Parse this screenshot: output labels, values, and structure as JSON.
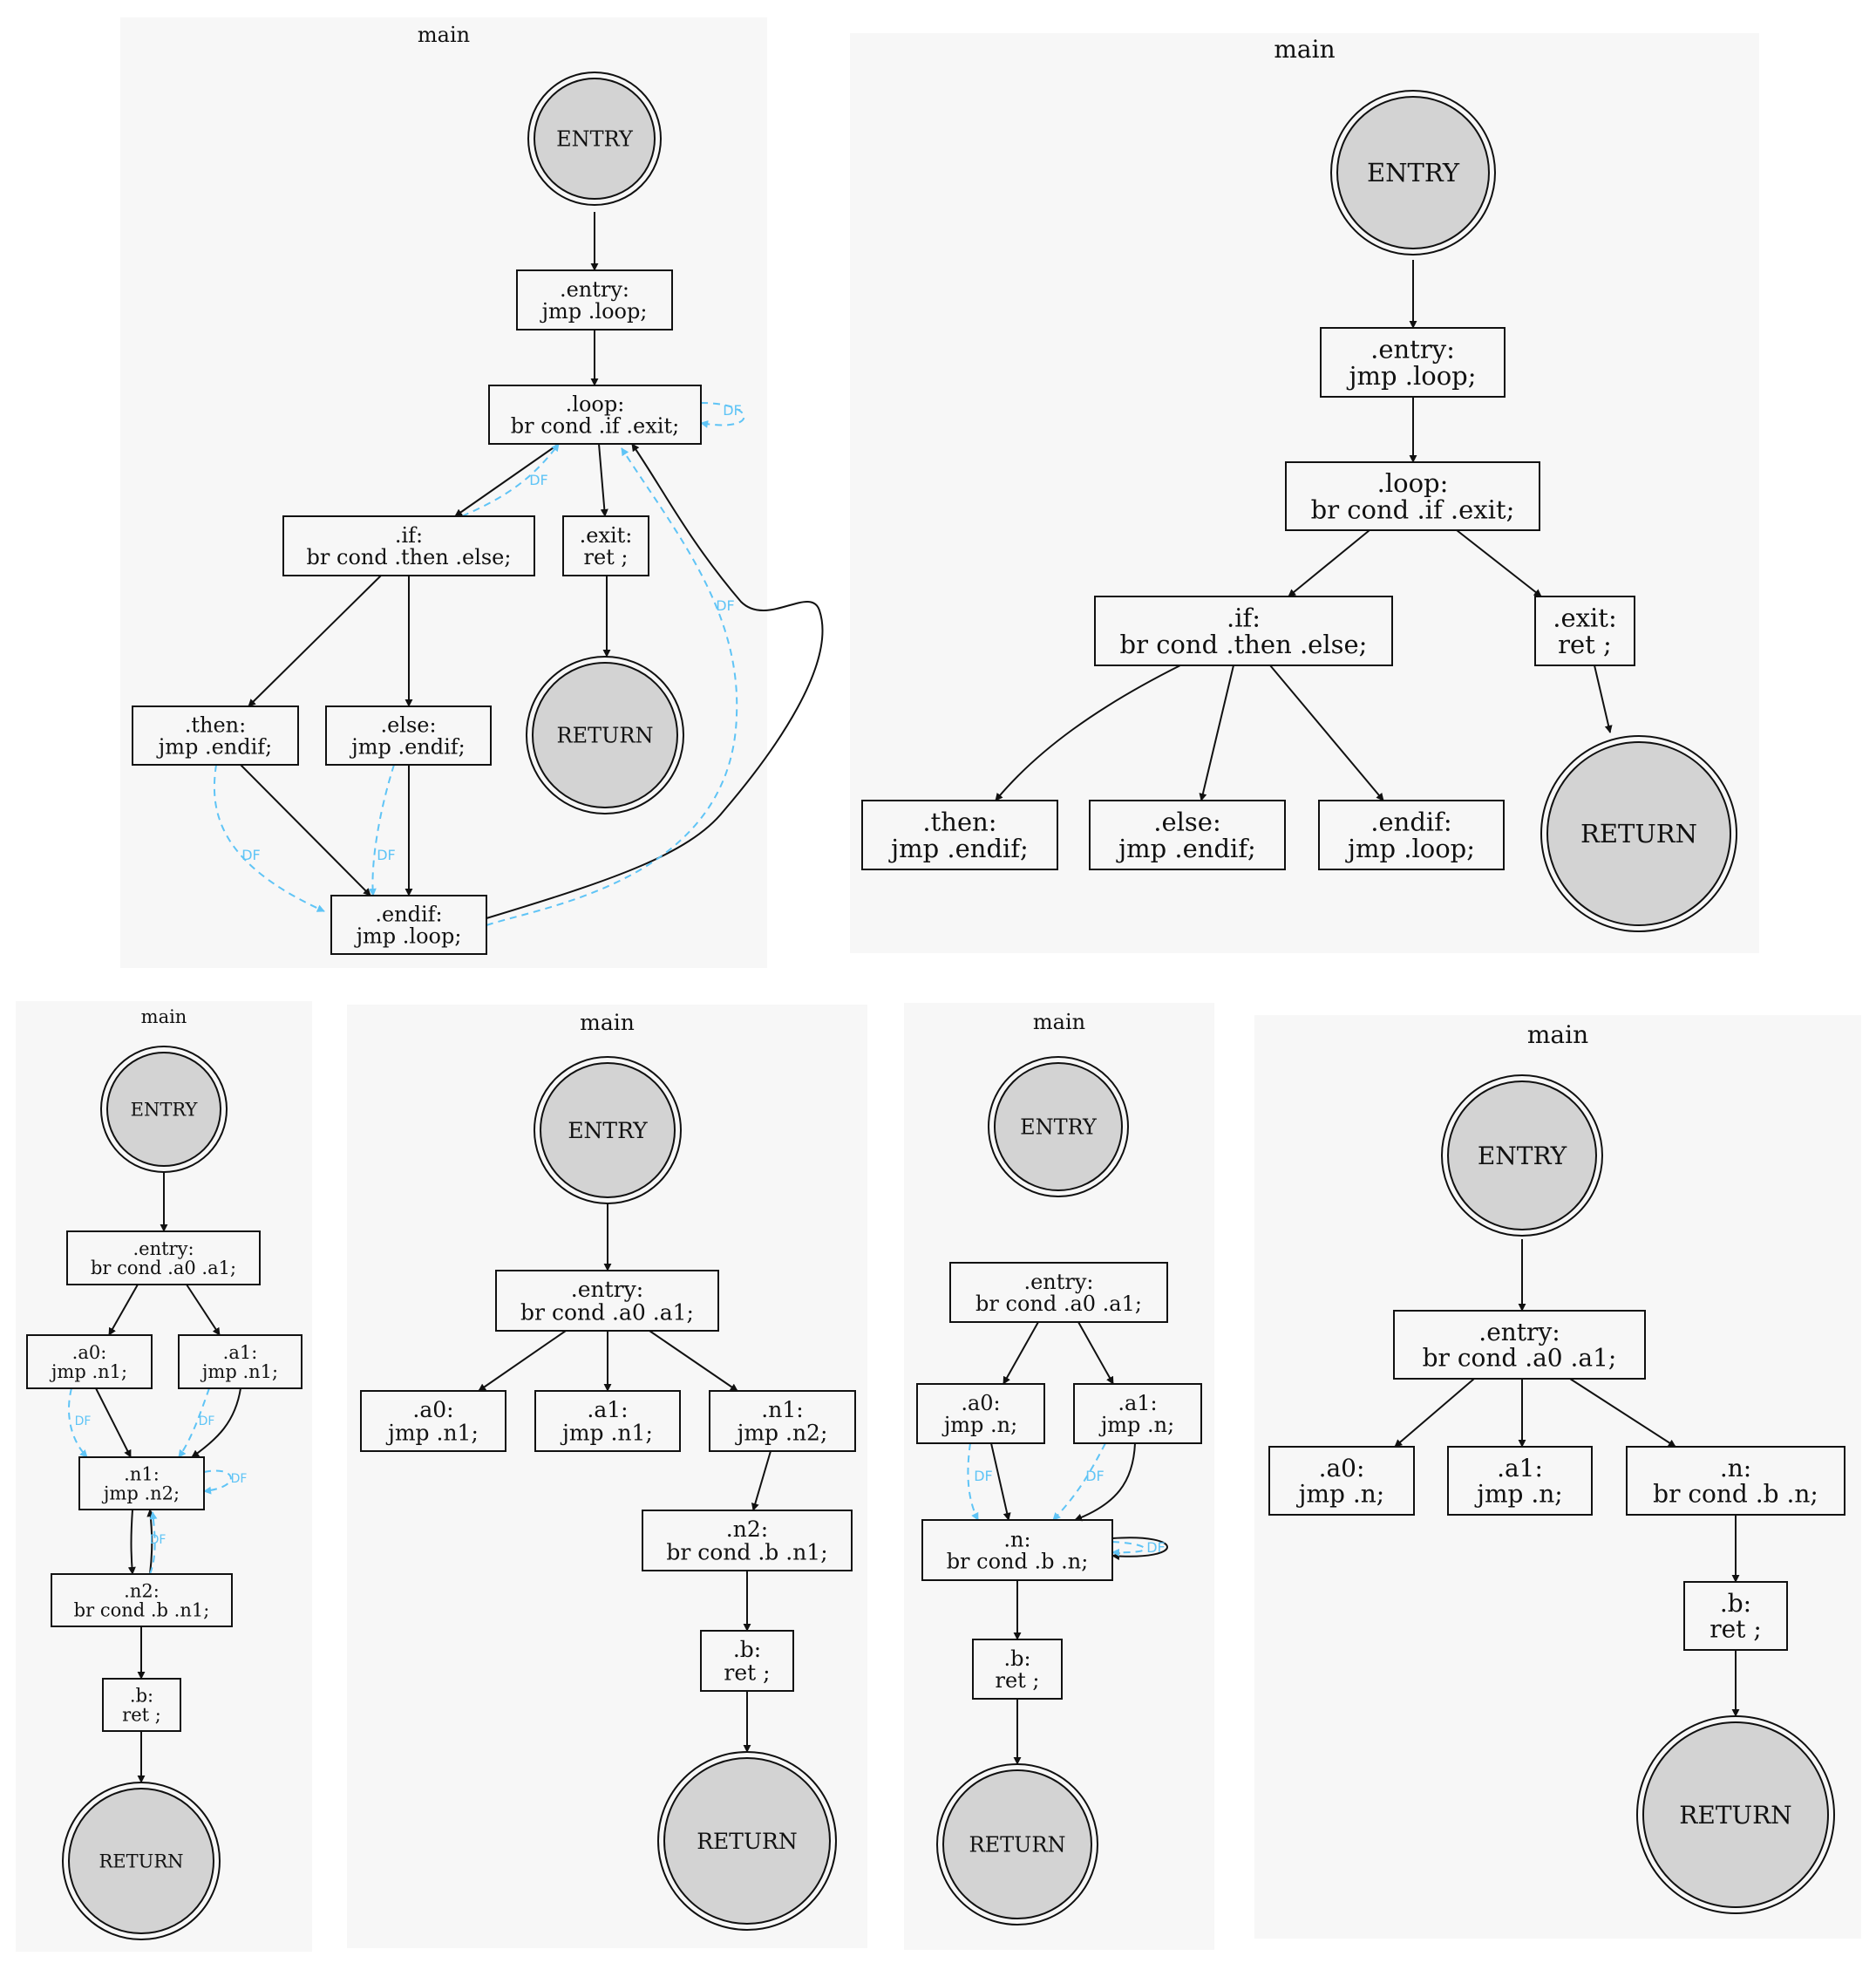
{
  "colors": {
    "cluster_bg": "#f7f7f7",
    "node_fill": "#d3d3d3",
    "edge": "#111111",
    "dominance_frontier": "#5fc4f6"
  },
  "graphs": [
    {
      "title": "main",
      "nodes": [
        {
          "id": "ENTRY",
          "label": "ENTRY"
        },
        {
          "id": "entry",
          "label": ".entry:\njmp  .loop;"
        },
        {
          "id": "loop",
          "label": ".loop:\nbr cond .if .exit;"
        },
        {
          "id": "if",
          "label": ".if:\nbr cond .then .else;"
        },
        {
          "id": "exit",
          "label": ".exit:\nret ;"
        },
        {
          "id": "then",
          "label": ".then:\njmp  .endif;"
        },
        {
          "id": "else",
          "label": ".else:\njmp  .endif;"
        },
        {
          "id": "RETURN",
          "label": "RETURN"
        },
        {
          "id": "endif",
          "label": ".endif:\njmp  .loop;"
        }
      ],
      "edges": [
        {
          "from": "ENTRY",
          "to": "entry"
        },
        {
          "from": "entry",
          "to": "loop"
        },
        {
          "from": "loop",
          "to": "if"
        },
        {
          "from": "loop",
          "to": "exit"
        },
        {
          "from": "if",
          "to": "then"
        },
        {
          "from": "if",
          "to": "else"
        },
        {
          "from": "exit",
          "to": "RETURN"
        },
        {
          "from": "then",
          "to": "endif"
        },
        {
          "from": "else",
          "to": "endif"
        },
        {
          "from": "endif",
          "to": "loop"
        }
      ],
      "df_edges": [
        {
          "from": "loop",
          "to": "loop",
          "label": "DF"
        },
        {
          "from": "if",
          "to": "loop",
          "label": "DF"
        },
        {
          "from": "then",
          "to": "endif",
          "label": "DF"
        },
        {
          "from": "else",
          "to": "endif",
          "label": "DF"
        },
        {
          "from": "endif",
          "to": "loop",
          "label": "DF"
        }
      ]
    },
    {
      "title": "main",
      "nodes": [
        {
          "id": "ENTRY",
          "label": "ENTRY"
        },
        {
          "id": "entry",
          "label": ".entry:\njmp  .loop;"
        },
        {
          "id": "loop",
          "label": ".loop:\nbr cond .if .exit;"
        },
        {
          "id": "if",
          "label": ".if:\nbr cond .then .else;"
        },
        {
          "id": "exit",
          "label": ".exit:\nret ;"
        },
        {
          "id": "then",
          "label": ".then:\njmp  .endif;"
        },
        {
          "id": "else",
          "label": ".else:\njmp  .endif;"
        },
        {
          "id": "endif",
          "label": ".endif:\njmp  .loop;"
        },
        {
          "id": "RETURN",
          "label": "RETURN"
        }
      ],
      "edges": [
        {
          "from": "ENTRY",
          "to": "entry"
        },
        {
          "from": "entry",
          "to": "loop"
        },
        {
          "from": "loop",
          "to": "if"
        },
        {
          "from": "loop",
          "to": "exit"
        },
        {
          "from": "if",
          "to": "then"
        },
        {
          "from": "if",
          "to": "else"
        },
        {
          "from": "if",
          "to": "endif"
        },
        {
          "from": "exit",
          "to": "RETURN"
        }
      ],
      "df_edges": []
    },
    {
      "title": "main",
      "nodes": [
        {
          "id": "ENTRY",
          "label": "ENTRY"
        },
        {
          "id": "entry",
          "label": ".entry:\nbr cond .a0 .a1;"
        },
        {
          "id": "a0",
          "label": ".a0:\njmp  .n1;"
        },
        {
          "id": "a1",
          "label": ".a1:\njmp  .n1;"
        },
        {
          "id": "n1",
          "label": ".n1:\njmp  .n2;"
        },
        {
          "id": "n2",
          "label": ".n2:\nbr cond .b .n1;"
        },
        {
          "id": "b",
          "label": ".b:\nret ;"
        },
        {
          "id": "RETURN",
          "label": "RETURN"
        }
      ],
      "edges": [
        {
          "from": "ENTRY",
          "to": "entry"
        },
        {
          "from": "entry",
          "to": "a0"
        },
        {
          "from": "entry",
          "to": "a1"
        },
        {
          "from": "a0",
          "to": "n1"
        },
        {
          "from": "a1",
          "to": "n1"
        },
        {
          "from": "n1",
          "to": "n2"
        },
        {
          "from": "n2",
          "to": "n1"
        },
        {
          "from": "n2",
          "to": "b"
        },
        {
          "from": "b",
          "to": "RETURN"
        }
      ],
      "df_edges": [
        {
          "from": "a0",
          "to": "n1",
          "label": "DF"
        },
        {
          "from": "a1",
          "to": "n1",
          "label": "DF"
        },
        {
          "from": "n1",
          "to": "n1",
          "label": "DF"
        },
        {
          "from": "n2",
          "to": "n1",
          "label": "DF"
        }
      ]
    },
    {
      "title": "main",
      "nodes": [
        {
          "id": "ENTRY",
          "label": "ENTRY"
        },
        {
          "id": "entry",
          "label": ".entry:\nbr cond .a0 .a1;"
        },
        {
          "id": "a0",
          "label": ".a0:\njmp  .n1;"
        },
        {
          "id": "a1",
          "label": ".a1:\njmp  .n1;"
        },
        {
          "id": "n1",
          "label": ".n1:\njmp  .n2;"
        },
        {
          "id": "n2",
          "label": ".n2:\nbr cond .b .n1;"
        },
        {
          "id": "b",
          "label": ".b:\nret ;"
        },
        {
          "id": "RETURN",
          "label": "RETURN"
        }
      ],
      "edges": [
        {
          "from": "ENTRY",
          "to": "entry"
        },
        {
          "from": "entry",
          "to": "a0"
        },
        {
          "from": "entry",
          "to": "a1"
        },
        {
          "from": "entry",
          "to": "n1"
        },
        {
          "from": "n1",
          "to": "n2"
        },
        {
          "from": "n2",
          "to": "b"
        },
        {
          "from": "b",
          "to": "RETURN"
        }
      ],
      "df_edges": []
    },
    {
      "title": "main",
      "nodes": [
        {
          "id": "ENTRY",
          "label": "ENTRY"
        },
        {
          "id": "entry",
          "label": ".entry:\nbr cond .a0 .a1;"
        },
        {
          "id": "a0",
          "label": ".a0:\njmp  .n;"
        },
        {
          "id": "a1",
          "label": ".a1:\njmp  .n;"
        },
        {
          "id": "n",
          "label": ".n:\nbr cond .b .n;"
        },
        {
          "id": "b",
          "label": ".b:\nret ;"
        },
        {
          "id": "RETURN",
          "label": "RETURN"
        }
      ],
      "edges": [
        {
          "from": "ENTRY",
          "to": "entry"
        },
        {
          "from": "entry",
          "to": "a0"
        },
        {
          "from": "entry",
          "to": "a1"
        },
        {
          "from": "a0",
          "to": "n"
        },
        {
          "from": "a1",
          "to": "n"
        },
        {
          "from": "n",
          "to": "n"
        },
        {
          "from": "n",
          "to": "b"
        },
        {
          "from": "b",
          "to": "RETURN"
        }
      ],
      "df_edges": [
        {
          "from": "a0",
          "to": "n",
          "label": "DF"
        },
        {
          "from": "a1",
          "to": "n",
          "label": "DF"
        },
        {
          "from": "n",
          "to": "n",
          "label": "DF"
        }
      ]
    },
    {
      "title": "main",
      "nodes": [
        {
          "id": "ENTRY",
          "label": "ENTRY"
        },
        {
          "id": "entry",
          "label": ".entry:\nbr cond .a0 .a1;"
        },
        {
          "id": "a0",
          "label": ".a0:\njmp  .n;"
        },
        {
          "id": "a1",
          "label": ".a1:\njmp  .n;"
        },
        {
          "id": "n",
          "label": ".n:\nbr cond .b .n;"
        },
        {
          "id": "b",
          "label": ".b:\nret ;"
        },
        {
          "id": "RETURN",
          "label": "RETURN"
        }
      ],
      "edges": [
        {
          "from": "ENTRY",
          "to": "entry"
        },
        {
          "from": "entry",
          "to": "a0"
        },
        {
          "from": "entry",
          "to": "a1"
        },
        {
          "from": "entry",
          "to": "n"
        },
        {
          "from": "n",
          "to": "b"
        },
        {
          "from": "b",
          "to": "RETURN"
        }
      ],
      "df_edges": []
    }
  ]
}
